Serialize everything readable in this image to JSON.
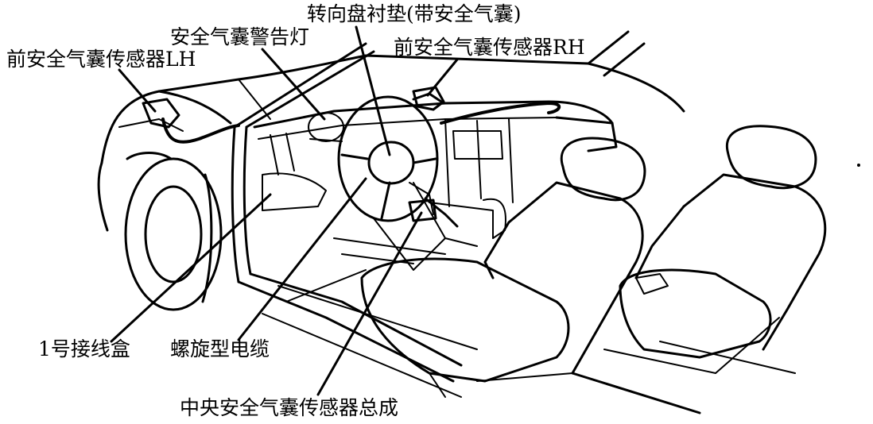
{
  "labels": {
    "front_sensor_lh": "前安全气囊传感器LH",
    "warning_lamp": "安全气囊警告灯",
    "steering_pad": "转向盘衬垫(带安全气囊)",
    "front_sensor_rh": "前安全气囊传感器RH",
    "junction_block": "1号接线盒",
    "spiral_cable": "螺旋型电缆",
    "center_sensor": "中央安全气囊传感器总成"
  },
  "colors": {
    "line": "#000000",
    "background": "#ffffff"
  }
}
